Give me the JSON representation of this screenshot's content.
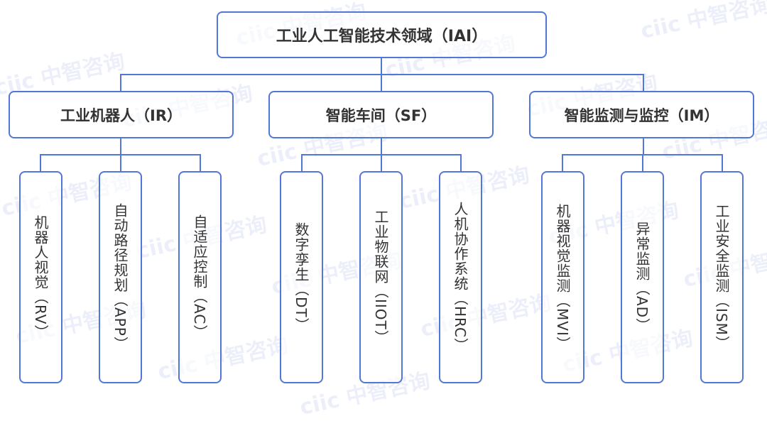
{
  "watermark": "ciic 中智咨询",
  "root": {
    "label": "工业人工智能技术领域（IAI）"
  },
  "categories": [
    {
      "label": "工业机器人（IR）",
      "children": [
        "机器人视觉（RV）",
        "自动路径规划（APP）",
        "自适应控制（AC）"
      ]
    },
    {
      "label": "智能车间（SF）",
      "children": [
        "数字孪生（DT）",
        "工业物联网（IIOT）",
        "人机协作系统（HRC）"
      ]
    },
    {
      "label": "智能监测与监控（IM）",
      "children": [
        "机器视觉监测（MVI）",
        "异常监测（AD）",
        "工业安全监测（ISM）"
      ]
    }
  ],
  "colors": {
    "line": "#5277d6",
    "text": "#333333"
  }
}
